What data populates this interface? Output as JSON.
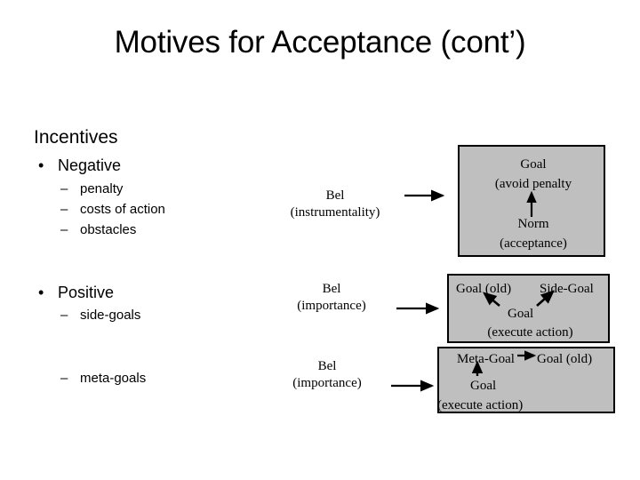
{
  "slide": {
    "title": "Motives for Acceptance (cont’)",
    "background_color": "#ffffff",
    "box_fill_color": "#bfbfbf",
    "box_border_color": "#000000",
    "text_color": "#000000"
  },
  "outline": {
    "heading": "Incentives",
    "groups": [
      {
        "bullet": "•",
        "label": "Negative",
        "sub_marker": "–",
        "sub_items": [
          "penalty",
          "costs of action",
          "obstacles"
        ]
      },
      {
        "bullet": "•",
        "label": "Positive",
        "sub_marker": "–",
        "sub_items": [
          "side-goals",
          "meta-goals"
        ]
      }
    ]
  },
  "diagram": {
    "beliefs": [
      {
        "line1": "Bel",
        "line2": "(instrumentality)"
      },
      {
        "line1": "Bel",
        "line2": "(importance)"
      },
      {
        "line1": "Bel",
        "line2": "(importance)"
      }
    ],
    "boxes": [
      {
        "id": "box-avoid-penalty",
        "lines": [
          "Goal",
          "(avoid penalty",
          "Norm",
          "(acceptance)"
        ],
        "internal_arrow": "Norm → Goal (upward)"
      },
      {
        "id": "box-side-goal",
        "lines": [
          "Goal (old)",
          "Side-Goal",
          "Goal",
          "(execute action)"
        ],
        "internal_arrow": "Goal → Goal (old) and Goal → Side-Goal (diagonal)"
      },
      {
        "id": "box-meta-goal",
        "lines": [
          "Meta-Goal",
          "Goal (old)",
          "Goal",
          "(execute action)"
        ],
        "internal_arrow": "Meta-Goal → Goal (old) (rightward); Goal → Meta-Goal (upward)"
      }
    ],
    "connector_arrows": 3
  }
}
